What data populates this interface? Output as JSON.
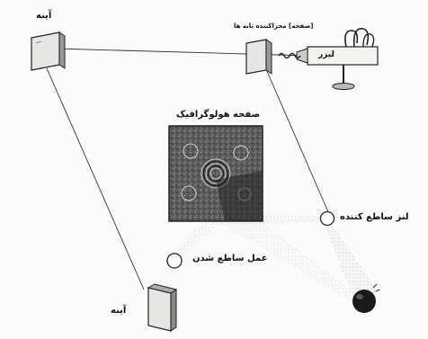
{
  "labels": {
    "mirror_top": "آینه",
    "beam_splitter": "[صفحه] مجزاکننده تابه ها",
    "laser": "لیزر",
    "holographic_plate": "صفحه هولوگرافیک",
    "diverging_lens": "لنز ساطع کننده",
    "diverging_action": "عمل ساطع شدن",
    "mirror_bottom": "آینه"
  },
  "colors": {
    "line": "#222222",
    "paper": "#fbfbf9",
    "plate_dark": "#3a3a3a",
    "plate_light": "#8a8a8a"
  }
}
